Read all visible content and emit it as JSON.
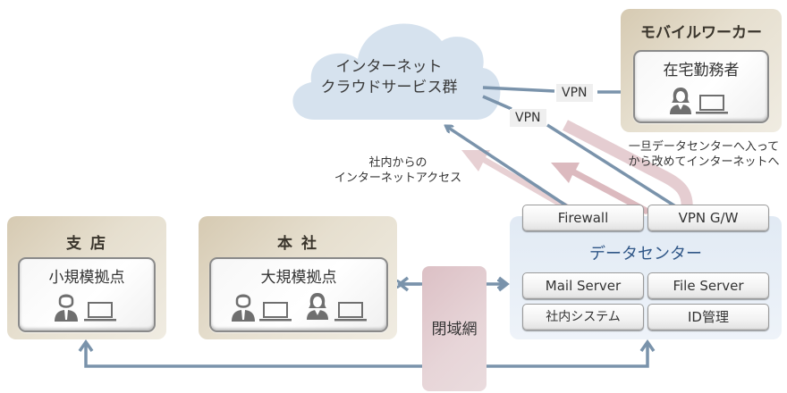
{
  "cloud": {
    "line1": "インターネット",
    "line2": "クラウドサービス群",
    "icon": "cloud-icon"
  },
  "mobile": {
    "title": "モバイルワーカー",
    "inner_title": "在宅勤務者",
    "icons": [
      "female-user-icon",
      "laptop-icon"
    ]
  },
  "branch": {
    "title": "支 店",
    "inner_title": "小規模拠点",
    "icons": [
      "male-user-icon",
      "laptop-icon"
    ]
  },
  "hq": {
    "title": "本 社",
    "inner_title": "大規模拠点",
    "icons": [
      "male-user-icon",
      "laptop-icon",
      "female-user-icon",
      "laptop-icon"
    ]
  },
  "closed_network": {
    "label": "閉域網"
  },
  "datacenter": {
    "title": "データセンター",
    "gateways": [
      {
        "label": "Firewall"
      },
      {
        "label": "VPN G/W"
      }
    ],
    "services": [
      {
        "label": "Mail Server"
      },
      {
        "label": "File Server"
      },
      {
        "label": "社内システム"
      },
      {
        "label": "ID管理"
      }
    ]
  },
  "connections": {
    "vpn_label_mobile": "VPN",
    "vpn_label_dc": "VPN"
  },
  "notes": {
    "internal_access_line1": "社内からの",
    "internal_access_line2": "インターネットアクセス",
    "via_dc_line1": "一旦データセンターへ入って",
    "via_dc_line2": "から改めてインターネットへ"
  },
  "colors": {
    "line_blue": "#7a93ab",
    "flow_pink": "#d9b3b8",
    "dc_title": "#2f5687",
    "site_tan": "#e0d7c4",
    "cloud_fill": "#d6e2ee"
  }
}
